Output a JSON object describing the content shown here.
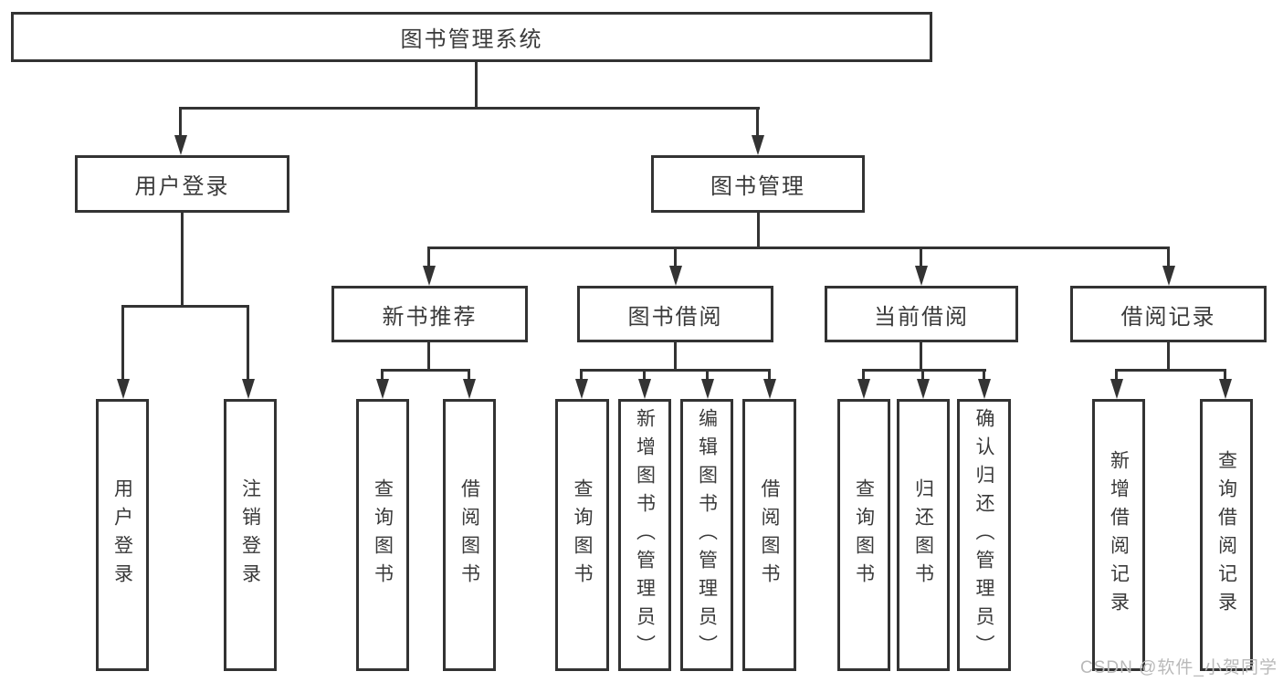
{
  "diagram": {
    "root": {
      "label": "图书管理系统"
    },
    "branches": [
      {
        "label": "用户登录",
        "children": [
          "用户登录",
          "注销登录"
        ]
      },
      {
        "label": "图书管理",
        "groups": [
          {
            "label": "新书推荐",
            "children": [
              "查询图书",
              "借阅图书"
            ]
          },
          {
            "label": "图书借阅",
            "children": [
              "查询图书",
              "新增图书（管理员）",
              "编辑图书（管理员）",
              "借阅图书"
            ]
          },
          {
            "label": "当前借阅",
            "children": [
              "查询图书",
              "归还图书",
              "确认归还（管理员）"
            ]
          },
          {
            "label": "借阅记录",
            "children": [
              "新增借阅记录",
              "查询借阅记录"
            ]
          }
        ]
      }
    ]
  },
  "watermark": {
    "text": "CSDN @软件_小贺同学"
  },
  "colors": {
    "line": "#333333",
    "text": "#3a3a3a",
    "background": "#ffffff",
    "watermark": "#b9b9b9"
  }
}
